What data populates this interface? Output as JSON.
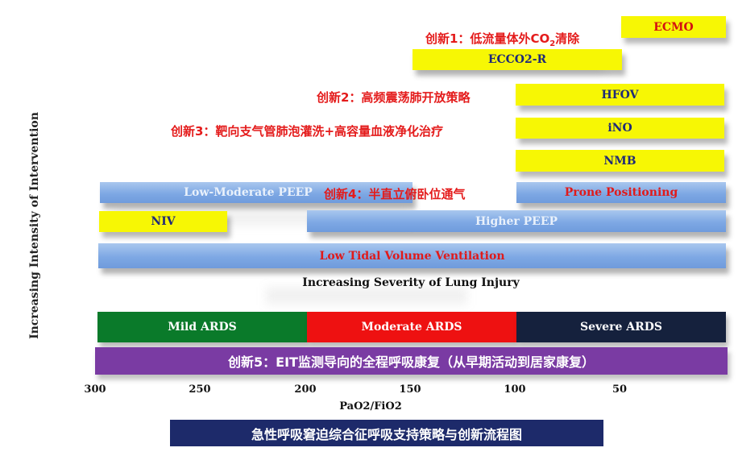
{
  "diagram": {
    "ylabel": "Increasing Intensity of Intervention",
    "severity_label": "Increasing Severity of Lung Injury",
    "bars": {
      "ecmo": "ECMO",
      "ecco2r": "ECCO2-R",
      "hfov": "HFOV",
      "ino": "iNO",
      "nmb": "NMB",
      "low_moderate_peep": "Low-Moderate PEEP",
      "prone": "Prone Positioning",
      "niv": "NIV",
      "higher_peep": "Higher PEEP",
      "low_tidal": "Low Tidal Volume Ventilation"
    },
    "annotations": {
      "innovation1_prefix": "创新1：低流量体外CO",
      "innovation1_sub": "2",
      "innovation1_suffix": "清除",
      "innovation2": "创新2：高频震荡肺开放策略",
      "innovation3": "创新3：靶向支气管肺泡灌洗+高容量血液净化治疗",
      "innovation4": "创新4：半直立俯卧位通气",
      "innovation5": "创新5：EIT监测导向的全程呼吸康复（从早期活动到居家康复）"
    },
    "ards": {
      "mild": "Mild ARDS",
      "moderate": "Moderate ARDS",
      "severe": "Severe ARDS"
    },
    "xaxis": {
      "ticks": [
        "300",
        "250",
        "200",
        "150",
        "100",
        "50"
      ],
      "label": "PaO2/FiO2"
    },
    "caption": "急性呼吸窘迫综合征呼吸支持策略与创新流程图"
  },
  "colors": {
    "yellow": "#f7f704",
    "blue_bar": "#7ea8e4",
    "annotation_red": "#e41b1b",
    "mild_green": "#0a7a2a",
    "moderate_red": "#ee1111",
    "severe_navy": "#15213d",
    "innovation5_purple": "#7a3ba3",
    "caption_navy": "#1d2a6a"
  }
}
